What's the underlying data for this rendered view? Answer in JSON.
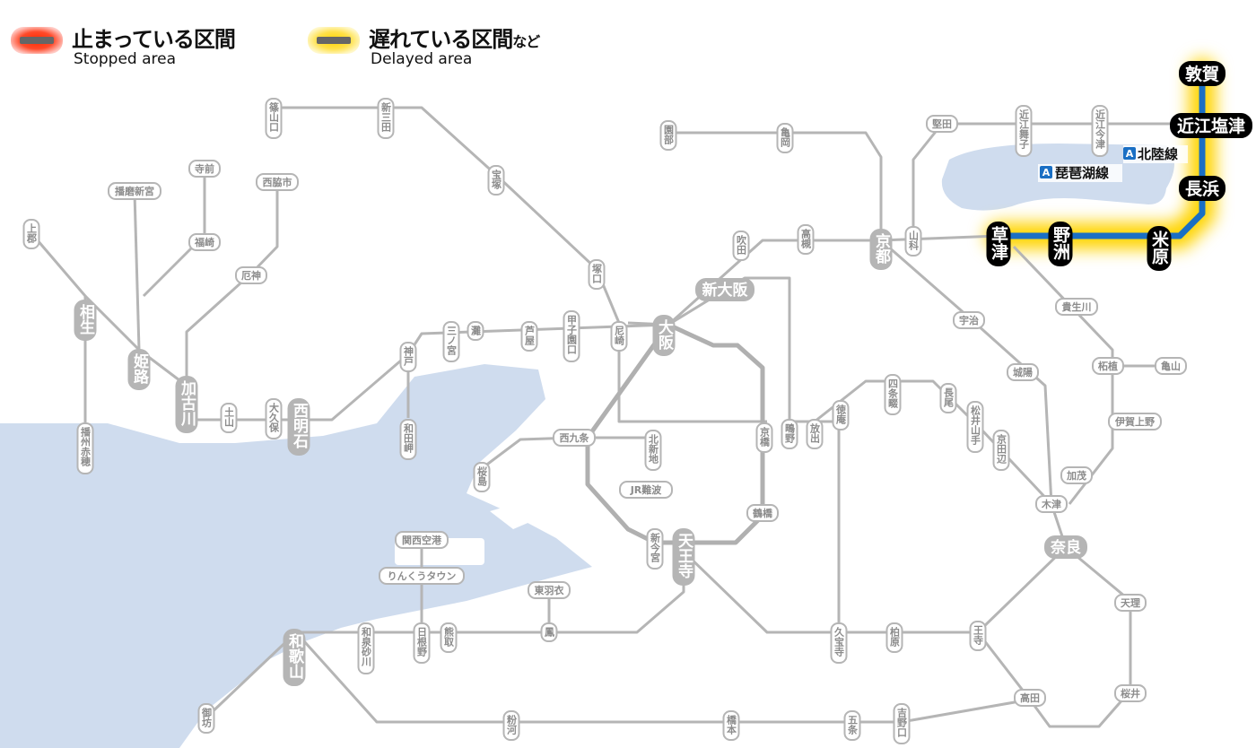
{
  "legend": {
    "stopped_jp": "止まっている区間",
    "stopped_en": "Stopped area",
    "delayed_jp": "遅れている区間",
    "delayed_suffix": "など",
    "delayed_en": "Delayed area"
  },
  "colors": {
    "sea": "#cfdcee",
    "line_normal": "#b5b5b5",
    "line_affected": "#1a6fc4",
    "delay_glow": "#ffd400",
    "stop_glow": "#ff2a00",
    "station_label_bg": "#ffffff",
    "major_station_bg": "#000000"
  },
  "line_badges": [
    {
      "letter": "A",
      "name": "北陸線"
    },
    {
      "letter": "A",
      "name": "琵琶湖線"
    }
  ],
  "delayed_stations": [
    "敦賀",
    "近江塩津",
    "長浜",
    "米原",
    "野洲",
    "草津"
  ],
  "stations": [
    {
      "name": "篠山口"
    },
    {
      "name": "新三田"
    },
    {
      "name": "宝塚"
    },
    {
      "name": "塚口"
    },
    {
      "name": "寺前"
    },
    {
      "name": "播磨新宮"
    },
    {
      "name": "西脇市"
    },
    {
      "name": "福崎"
    },
    {
      "name": "上郡"
    },
    {
      "name": "相生"
    },
    {
      "name": "姫路"
    },
    {
      "name": "厄神"
    },
    {
      "name": "加古川"
    },
    {
      "name": "土山"
    },
    {
      "name": "大久保"
    },
    {
      "name": "西明石"
    },
    {
      "name": "神戸"
    },
    {
      "name": "和田岬"
    },
    {
      "name": "三ノ宮"
    },
    {
      "name": "灘"
    },
    {
      "name": "芦屋"
    },
    {
      "name": "甲子園口"
    },
    {
      "name": "尼崎"
    },
    {
      "name": "大阪"
    },
    {
      "name": "新大阪"
    },
    {
      "name": "吹田"
    },
    {
      "name": "高槻"
    },
    {
      "name": "京都"
    },
    {
      "name": "山科"
    },
    {
      "name": "園部"
    },
    {
      "name": "亀岡"
    },
    {
      "name": "堅田"
    },
    {
      "name": "近江舞子"
    },
    {
      "name": "近江今津"
    },
    {
      "name": "播州赤穂"
    },
    {
      "name": "西九条"
    },
    {
      "name": "桜島"
    },
    {
      "name": "北新地"
    },
    {
      "name": "京橋"
    },
    {
      "name": "鴫野"
    },
    {
      "name": "放出"
    },
    {
      "name": "徳庵"
    },
    {
      "name": "四条畷"
    },
    {
      "name": "長尾"
    },
    {
      "name": "松井山手"
    },
    {
      "name": "京田辺"
    },
    {
      "name": "宇治"
    },
    {
      "name": "城陽"
    },
    {
      "name": "木津"
    },
    {
      "name": "奈良"
    },
    {
      "name": "加茂"
    },
    {
      "name": "伊賀上野"
    },
    {
      "name": "柘植"
    },
    {
      "name": "亀山"
    },
    {
      "name": "貴生川"
    },
    {
      "name": "JR難波"
    },
    {
      "name": "新今宮"
    },
    {
      "name": "天王寺"
    },
    {
      "name": "鶴橋"
    },
    {
      "name": "関西空港"
    },
    {
      "name": "りんくうタウン"
    },
    {
      "name": "東羽衣"
    },
    {
      "name": "鳳"
    },
    {
      "name": "熊取"
    },
    {
      "name": "日根野"
    },
    {
      "name": "和泉砂川"
    },
    {
      "name": "和歌山"
    },
    {
      "name": "御坊"
    },
    {
      "name": "粉河"
    },
    {
      "name": "橋本"
    },
    {
      "name": "五条"
    },
    {
      "name": "吉野口"
    },
    {
      "name": "高田"
    },
    {
      "name": "王寺"
    },
    {
      "name": "柏原"
    },
    {
      "name": "久宝寺"
    },
    {
      "name": "天理"
    },
    {
      "name": "桜井"
    }
  ]
}
